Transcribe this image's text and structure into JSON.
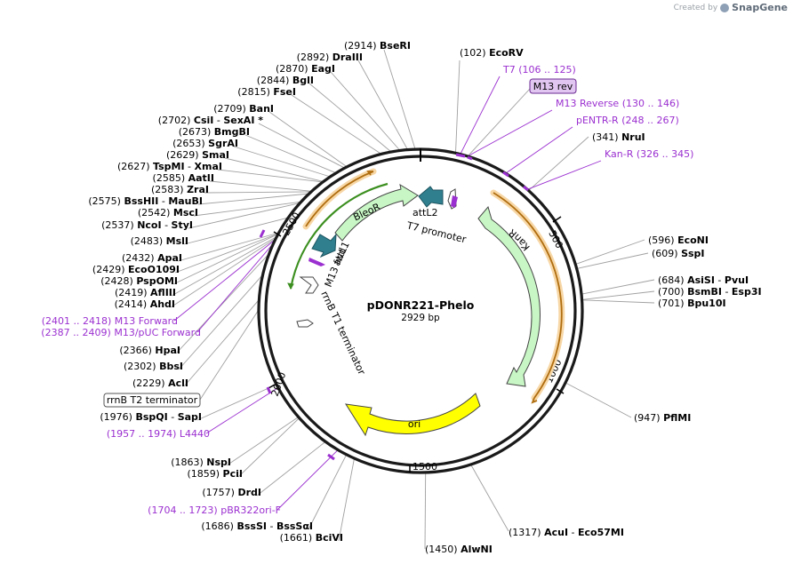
{
  "credit": {
    "prefix": "Created by",
    "brand": "SnapGene"
  },
  "plasmid": {
    "name": "pDONR221-Phelo",
    "length_label": "2929 bp"
  },
  "ticks": [
    "500",
    "1000",
    "1500",
    "2000",
    "2500"
  ],
  "enzymes": [
    {
      "pos": "(2914)",
      "name": "BseRI"
    },
    {
      "pos": "(2892)",
      "name": "DraIII"
    },
    {
      "pos": "(2870)",
      "name": "EagI"
    },
    {
      "pos": "(2844)",
      "name": "BglI"
    },
    {
      "pos": "(2815)",
      "name": "FseI"
    },
    {
      "pos": "(2709)",
      "name": "BanI"
    },
    {
      "pos": "(2702)",
      "name": "CsiI",
      "name2": "SexAI *"
    },
    {
      "pos": "(2673)",
      "name": "BmgBI"
    },
    {
      "pos": "(2653)",
      "name": "SgrAI"
    },
    {
      "pos": "(2629)",
      "name": "SmaI"
    },
    {
      "pos": "(2627)",
      "name": "TspMI",
      "name2": "XmaI"
    },
    {
      "pos": "(2585)",
      "name": "AatII"
    },
    {
      "pos": "(2583)",
      "name": "ZraI"
    },
    {
      "pos": "(2575)",
      "name": "BssHII",
      "name2": "MauBI"
    },
    {
      "pos": "(2542)",
      "name": "MscI"
    },
    {
      "pos": "(2537)",
      "name": "NcoI",
      "name2": "StyI"
    },
    {
      "pos": "(2483)",
      "name": "MslI"
    },
    {
      "pos": "(2432)",
      "name": "ApaI"
    },
    {
      "pos": "(2429)",
      "name": "EcoO109I"
    },
    {
      "pos": "(2428)",
      "name": "PspOMI"
    },
    {
      "pos": "(2419)",
      "name": "AflIII"
    },
    {
      "pos": "(2414)",
      "name": "AhdI"
    },
    {
      "pos": "(2366)",
      "name": "HpaI"
    },
    {
      "pos": "(2302)",
      "name": "BbsI"
    },
    {
      "pos": "(2229)",
      "name": "AclI"
    },
    {
      "pos": "(1976)",
      "name": "BspQI",
      "name2": "SapI"
    },
    {
      "pos": "(1863)",
      "name": "NspI"
    },
    {
      "pos": "(1859)",
      "name": "PciI"
    },
    {
      "pos": "(1757)",
      "name": "DrdI"
    },
    {
      "pos": "(1686)",
      "name": "BssSI",
      "name2": "BssSαI"
    },
    {
      "pos": "(1661)",
      "name": "BciVI"
    },
    {
      "pos": "(1450)",
      "name": "AlwNI"
    },
    {
      "pos": "(1317)",
      "name": "AcuI",
      "name2": "Eco57MI"
    },
    {
      "pos": "(947)",
      "name": "PflMI"
    },
    {
      "pos": "(701)",
      "name": "Bpu10I"
    },
    {
      "pos": "(700)",
      "name": "BsmBI",
      "name2": "Esp3I"
    },
    {
      "pos": "(684)",
      "name": "AsiSI",
      "name2": "PvuI"
    },
    {
      "pos": "(609)",
      "name": "SspI"
    },
    {
      "pos": "(596)",
      "name": "EcoNI"
    },
    {
      "pos": "(341)",
      "name": "NruI"
    },
    {
      "pos": "(102)",
      "name": "EcoRV"
    }
  ],
  "primers": [
    {
      "name": "T7",
      "range": "(106 .. 125)"
    },
    {
      "name": "M13 Reverse",
      "range": "(130 .. 146)"
    },
    {
      "name": "pENTR-R",
      "range": "(248 .. 267)"
    },
    {
      "name": "Kan-R",
      "range": "(326 .. 345)"
    },
    {
      "name": "M13 Forward",
      "range": "(2401 .. 2418)"
    },
    {
      "name": "M13/pUC Forward",
      "range": "(2387 .. 2409)"
    },
    {
      "name": "L4440",
      "range": "(1957 .. 1974)"
    },
    {
      "name": "pBR322ori-F",
      "range": "(1704 .. 1723)"
    }
  ],
  "boxed_labels": [
    "M13 rev",
    "rrnB T2 terminator"
  ],
  "features": {
    "KanR": "KanR",
    "ori": "ori",
    "BleoR": "BleoR",
    "attL1": "attL1",
    "attL2": "attL2",
    "T7 promoter": "T7 promoter",
    "M13 fwd": "M13 fwd",
    "rrnB T1 terminator": "rrnB T1 terminator"
  },
  "colors": {
    "backbone": "#1a1a1a",
    "feature_green": "#c8f7c5",
    "ori_yellow": "#ffff00",
    "att_teal": "#2f7f8f",
    "primer_purple": "#9b30d0",
    "orange_arc": "#d98c1e",
    "boxed_m13rev_fill": "#e2c6f2"
  }
}
